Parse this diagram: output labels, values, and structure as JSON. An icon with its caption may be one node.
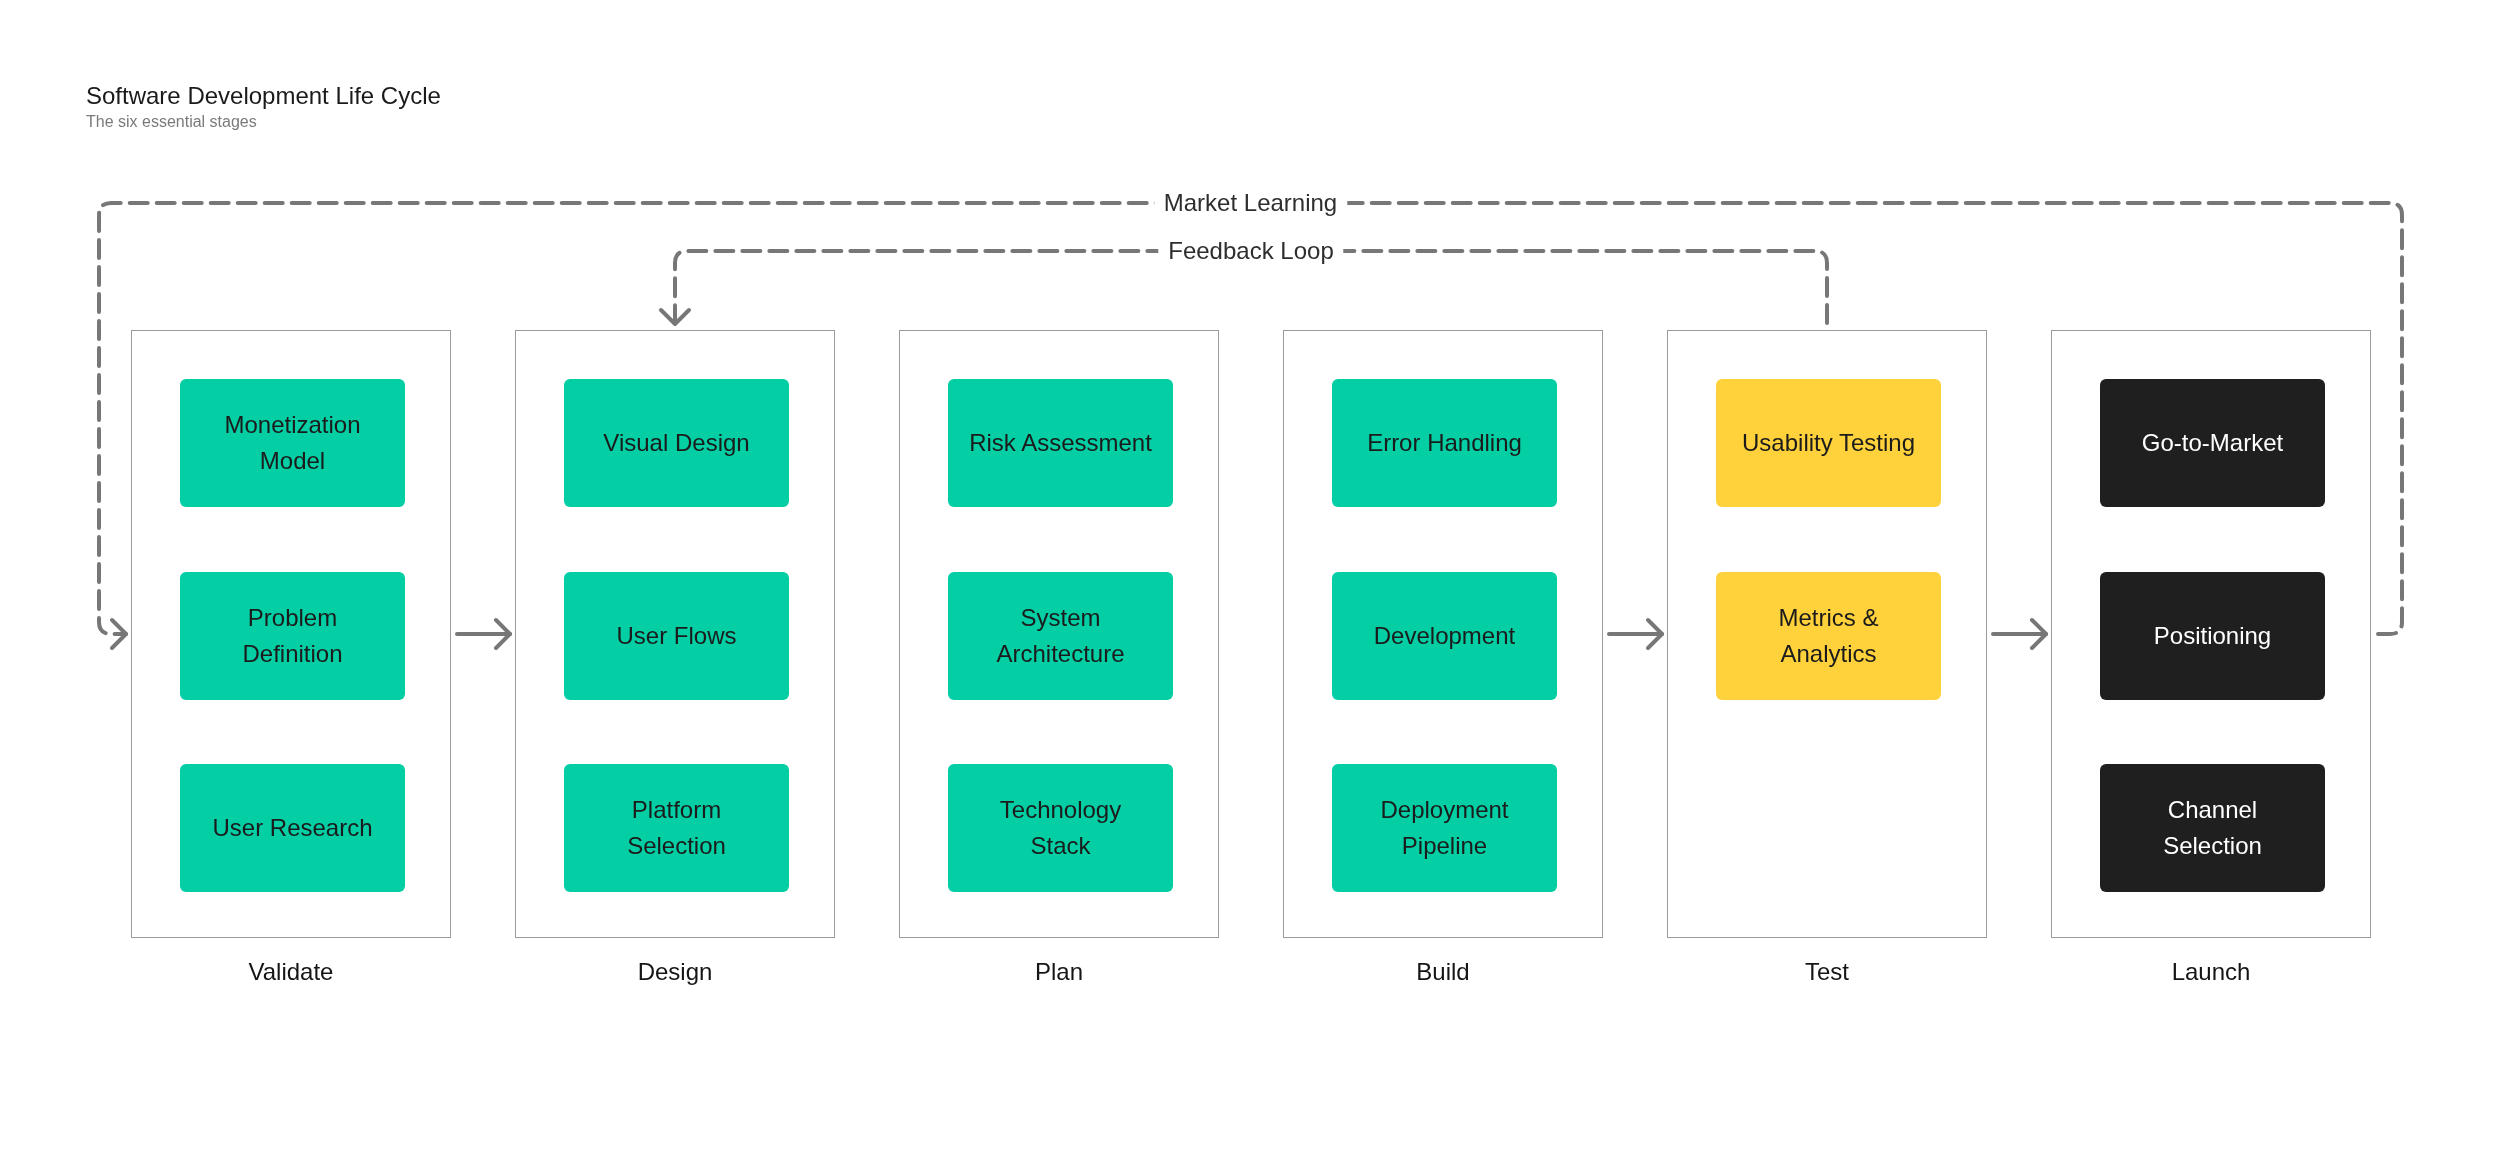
{
  "diagram": {
    "title": "Software Development Life Cycle",
    "nodes": [
      {
        "text": [
          "Validate"
        ]
      },
      {
        "text": [
          "Monetization Model"
        ],
        "in": 0
      },
      {
        "text": [
          "Problem Definition"
        ],
        "in": 0
      },
      {
        "text": [
          "User Research"
        ],
        "in": 0
      },
      {
        "text": [
          "Design"
        ]
      },
      {
        "text": [
          "Visual Design"
        ],
        "in": 4
      },
      {
        "text": [
          "User Flows"
        ],
        "in": 4
      },
      {
        "text": [
          "Platform Selection"
        ],
        "in": 4
      },
      {
        "text": [
          "Plan"
        ]
      },
      {
        "text": [
          "Risk Assessment"
        ],
        "in": 8
      },
      {
        "text": [
          "System Architecture"
        ],
        "in": 8
      },
      {
        "text": [
          "Technology Stack"
        ],
        "in": 8
      },
      {
        "text": [
          "Build"
        ]
      },
      {
        "text": [
          "Error Handling"
        ],
        "in": 12
      },
      {
        "text": [
          "Development"
        ],
        "in": 12
      },
      {
        "text": [
          "Deployment Pipeline"
        ],
        "in": 12
      },
      {
        "text": [
          "Test"
        ]
      },
      {
        "text": [
          "Usability Testing"
        ],
        "in": 16
      },
      {
        "text": [
          "Metrics & Analytics"
        ],
        "in": 16
      },
      {
        "text": [
          "Launch"
        ]
      },
      {
        "text": [
          "Go-to-Market"
        ],
        "in": 19
      },
      {
        "text": [
          "Positioning"
        ],
        "in": 19
      },
      {
        "text": [
          "Channel Selection"
        ],
        "in": 19
      }
    ],
    "edges": [
      {
        "from": 0,
        "to": 4,
        "arrow": "to"
      },
      {
        "from": 12,
        "to": 16,
        "arrow": "to"
      },
      {
        "from": 16,
        "to": 19,
        "arrow": "to"
      },
      {
        "from": 16,
        "to": 4,
        "arrow": "to",
        "label": "Feedback Loop",
        "style": "dashed"
      },
      {
        "from": 19,
        "to": 0,
        "arrow": "to",
        "label": "Market Learning",
        "style": "dashed"
      }
    ],
    "labels": [
      "The six essential stages"
    ]
  }
}
